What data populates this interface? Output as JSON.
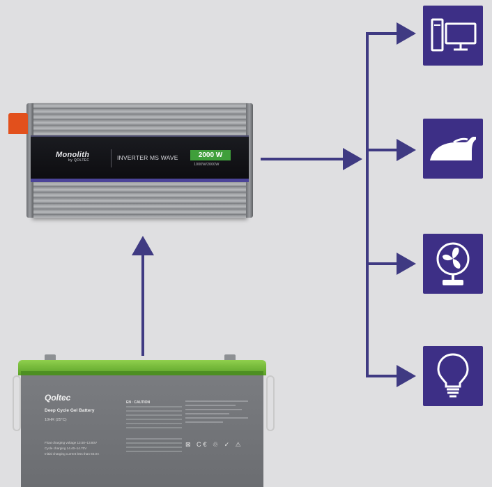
{
  "inverter": {
    "brand": "Monolith",
    "sub_brand": "by QOLTEC",
    "model": "INVERTER MS WAVE",
    "wattage": "2000 W",
    "rating": "1000W/2000W",
    "color_panel": "#1a1b20",
    "color_badge": "#3f9f3b"
  },
  "battery": {
    "brand": "Qoltec",
    "title": "Deep Cycle Gel Battery",
    "sub": "10HR (25°C)",
    "specs": [
      "Float charging voltage 13.50–13.80V",
      "Cycle charging 14.40–14.70V",
      "Initial charging current less than 60.0A"
    ],
    "caution": "EN · CAUTION",
    "marks": "⊠ C€ ♲ ✓ ⚠",
    "color_lid": "#7bc142"
  },
  "appliances": [
    {
      "name": "computer",
      "icon": "computer-icon"
    },
    {
      "name": "iron",
      "icon": "iron-icon"
    },
    {
      "name": "fan",
      "icon": "fan-icon"
    },
    {
      "name": "light-bulb",
      "icon": "light-bulb-icon"
    }
  ],
  "colors": {
    "background": "#dfdfe1",
    "accent": "#3d2f86",
    "arrow": "#3f3a82"
  }
}
